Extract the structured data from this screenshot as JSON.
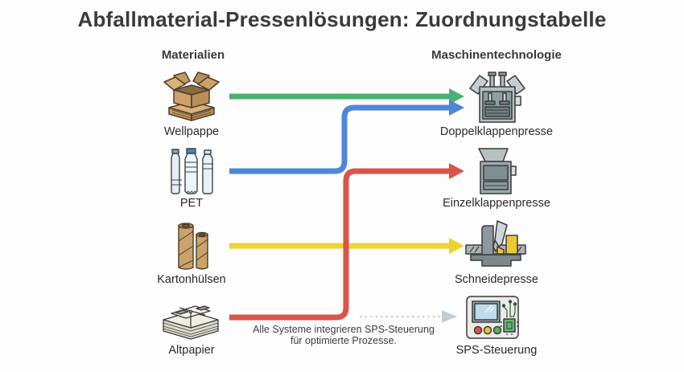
{
  "title": "Abfallmaterial-Pressenlösungen: Zuordnungstabelle",
  "columns": {
    "left_header": "Materialien",
    "right_header": "Maschinentechnologie"
  },
  "materials": [
    {
      "label": "Wellpappe",
      "icon": "cardboard-stack-icon"
    },
    {
      "label": "PET",
      "icon": "plastic-bottles-icon"
    },
    {
      "label": "Kartonhülsen",
      "icon": "cardboard-tubes-icon"
    },
    {
      "label": "Altpapier",
      "icon": "newspaper-bundle-icon"
    }
  ],
  "machines": [
    {
      "label": "Doppelklappenpresse",
      "icon": "double-flap-press-icon"
    },
    {
      "label": "Einzelklappenpresse",
      "icon": "single-flap-press-icon"
    },
    {
      "label": "Schneidepresse",
      "icon": "cutting-press-icon"
    },
    {
      "label": "SPS-Steuerung",
      "icon": "plc-panel-icon"
    }
  ],
  "connections": [
    {
      "from": "Wellpappe",
      "to": "Doppelklappenpresse",
      "color": "#4caf72",
      "style": "solid"
    },
    {
      "from": "PET",
      "to": "Doppelklappenpresse",
      "color": "#4e86d8",
      "style": "solid"
    },
    {
      "from": "Kartonhülsen",
      "to": "Schneidepresse",
      "color": "#edd32e",
      "style": "solid"
    },
    {
      "from": "Altpapier",
      "to": "Einzelklappenpresse",
      "color": "#d9544a",
      "style": "solid"
    },
    {
      "from": "Alle Systeme",
      "to": "SPS-Steuerung",
      "color": "#c3ced4",
      "style": "dotted"
    }
  ],
  "note": {
    "line1": "Alle Systeme integrieren SPS-Steuerung",
    "line2": "für optimierte Prozesse."
  }
}
